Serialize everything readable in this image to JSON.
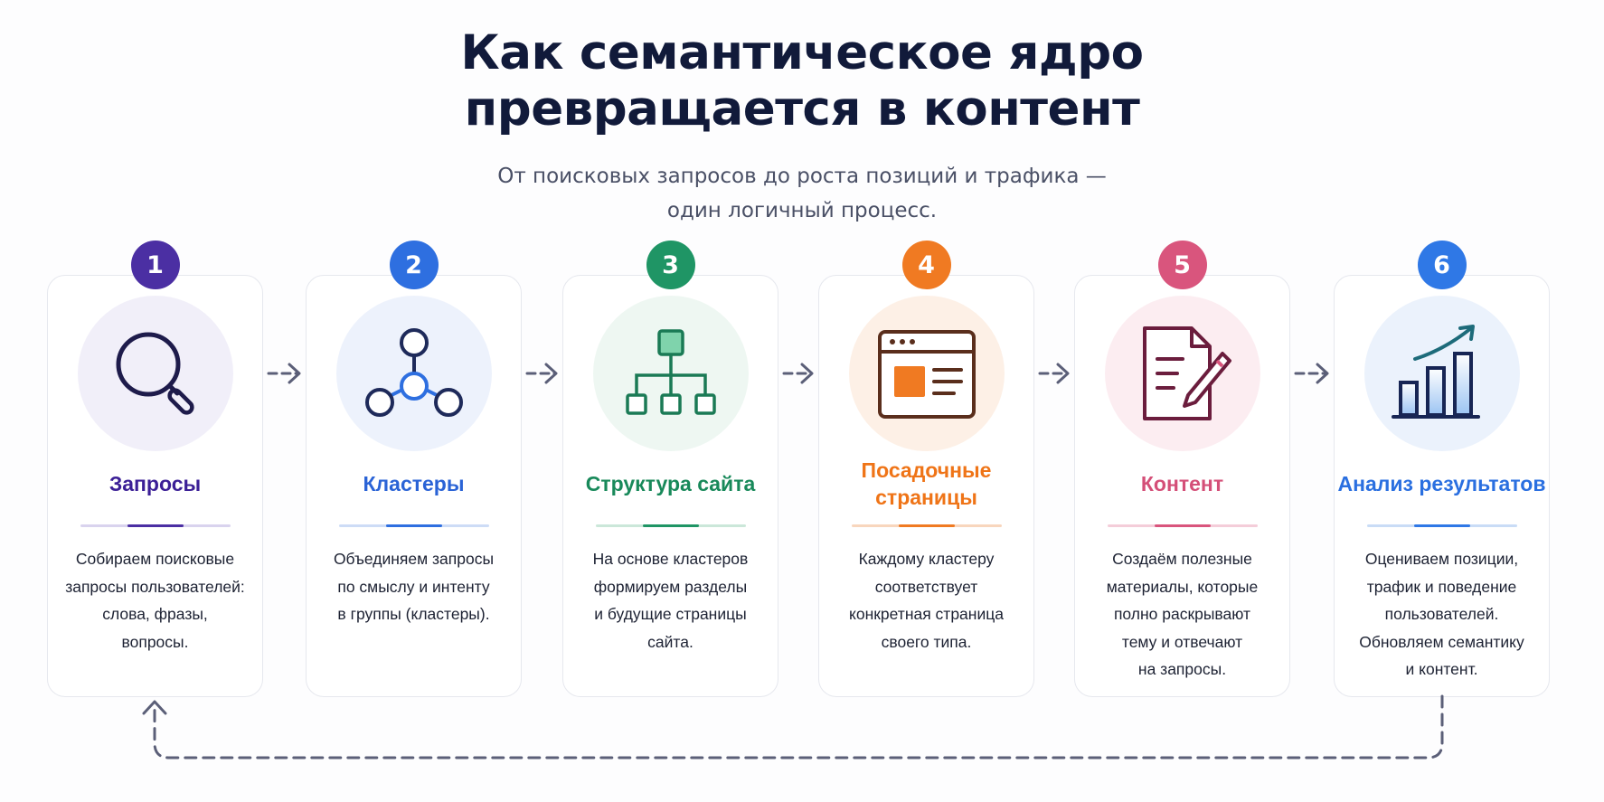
{
  "title_lines": [
    "Как семантическое ядро",
    "превращается в контент"
  ],
  "subtitle_lines": [
    "От поисковых запросов до роста позиций и трафика —",
    "один логичный процесс."
  ],
  "stages": [
    {
      "number": "1",
      "title": "Запросы",
      "description": "Собираем поисковые\nзапросы пользователей:\nслова, фразы,\nвопросы.",
      "icon": "magnifier-icon",
      "color": "#4b2fa3",
      "title_color": "#3b1f96",
      "circle_bg": "#f1eff9",
      "divider_light": "#d9d3ee"
    },
    {
      "number": "2",
      "title": "Кластеры",
      "description": "Объединяем запросы\nпо смыслу и интенту\nв группы (кластеры).",
      "icon": "cluster-nodes-icon",
      "color": "#2e6fe0",
      "title_color": "#2a63d6",
      "circle_bg": "#edf2fc",
      "divider_light": "#cddcf6"
    },
    {
      "number": "3",
      "title": "Структура сайта",
      "description": "На основе кластеров\nформируем разделы\nи будущие страницы\nсайта.",
      "icon": "sitemap-icon",
      "color": "#1f9565",
      "title_color": "#18895a",
      "circle_bg": "#eef7f2",
      "divider_light": "#cbe7d9"
    },
    {
      "number": "4",
      "title": "Посадочные страницы",
      "description": "Каждому кластеру\nсоответствует\nконкретная страница\nсвоего типа.",
      "icon": "landing-page-icon",
      "color": "#f07a22",
      "title_color": "#ef7417",
      "circle_bg": "#fdf0e6",
      "divider_light": "#f8d6bd"
    },
    {
      "number": "5",
      "title": "Контент",
      "description": "Создаём полезные\nматериалы, которые\nполно раскрывают\nтему и отвечают\nна запросы.",
      "icon": "document-pen-icon",
      "color": "#d9557d",
      "title_color": "#d44f78",
      "circle_bg": "#fcedf1",
      "divider_light": "#f4cdd9"
    },
    {
      "number": "6",
      "title": "Анализ результатов",
      "description": "Оцениваем позиции,\nтрафик и поведение\nпользователей.\nОбновляем семантику\nи контент.",
      "icon": "growth-chart-icon",
      "color": "#2f78e6",
      "title_color": "#2a6fe0",
      "circle_bg": "#ebf2fc",
      "divider_light": "#c9dcf6"
    }
  ],
  "connector_color": "#5b5f78",
  "card_border": "#e6e8ee"
}
